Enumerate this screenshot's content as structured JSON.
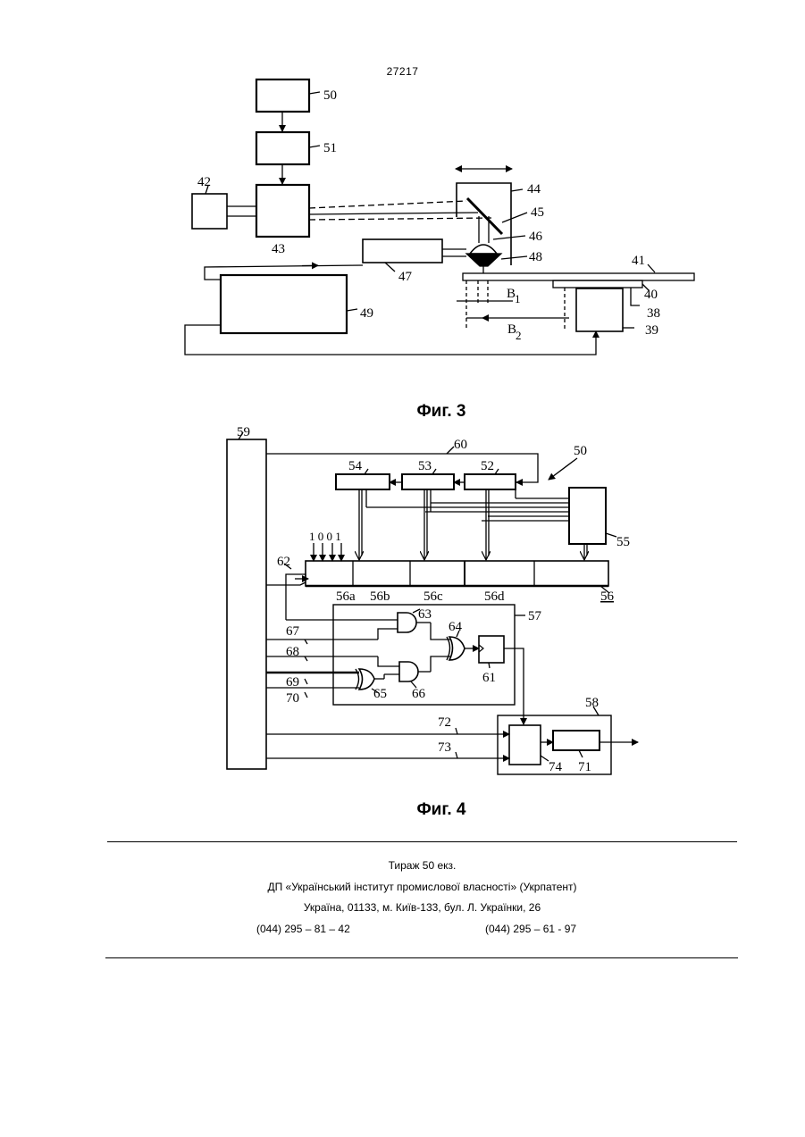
{
  "page_number": "27217",
  "fig3": {
    "caption": "Фиг. 3",
    "labels": {
      "l50": "50",
      "l51": "51",
      "l42": "42",
      "l43": "43",
      "l44": "44",
      "l45": "45",
      "l46": "46",
      "l47": "47",
      "l48": "48",
      "l41": "41",
      "l40": "40",
      "l38": "38",
      "l39": "39",
      "l49": "49",
      "b1": "B",
      "b1_sub": "1",
      "b2": "B",
      "b2_sub": "2"
    }
  },
  "fig4": {
    "caption": "Фиг. 4",
    "labels": {
      "l59": "59",
      "l60": "60",
      "l50": "50",
      "l54": "54",
      "l53": "53",
      "l52": "52",
      "l55": "55",
      "l62": "62",
      "bits": "1 0 0 1",
      "l56a": "56a",
      "l56b": "56b",
      "l56c": "56c",
      "l56d": "56d",
      "l56": "56",
      "l57": "57",
      "l63": "63",
      "l64": "64",
      "l67": "67",
      "l68": "68",
      "l61": "61",
      "l69": "69",
      "l70": "70",
      "l65": "65",
      "l66": "66",
      "l58": "58",
      "l72": "72",
      "l73": "73",
      "l74": "74",
      "l71": "71"
    }
  },
  "imprint": {
    "line1": "Тираж    50 екз.",
    "line2": "ДП «Український інститут промислової власності» (Укрпатент)",
    "line3": "Україна, 01133, м. Київ-133, бул. Л. Українки, 26",
    "phone_left": "(044) 295 – 81 – 42",
    "phone_right": "(044) 295 – 61 - 97"
  }
}
